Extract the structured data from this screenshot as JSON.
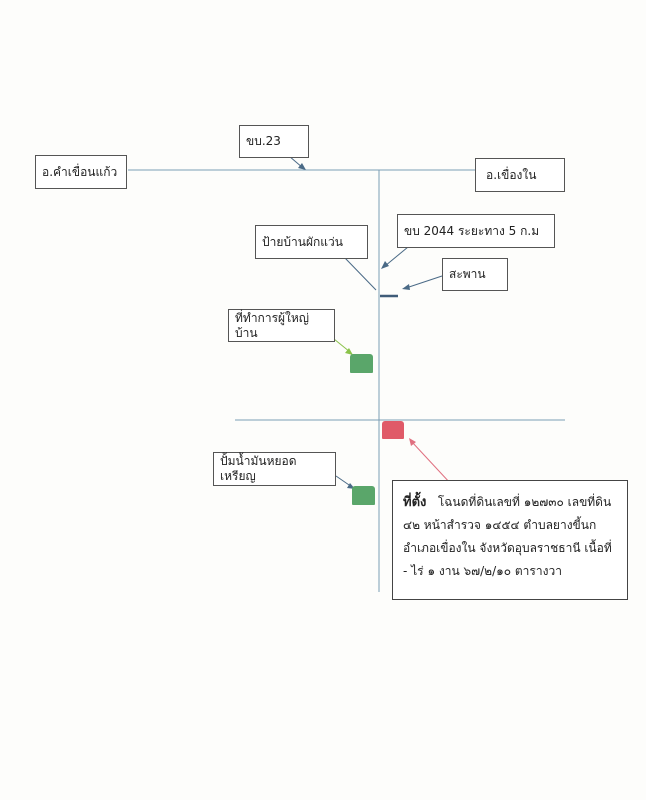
{
  "labels": {
    "road_23": "ขบ.23",
    "kham_khuean_kaeo": "อ.คำเขื่อนแก้ว",
    "khueang_nai": "อ.เขื่องใน",
    "road_2044": "ขบ 2044  ระยะทาง 5 ก.ม",
    "village_sign": "ป้ายบ้านผักแว่น",
    "bridge": "สะพาน",
    "headman_office": "ที่ทำการผู้ใหญ่บ้าน",
    "gas_station": "ปั้มน้ำมันหยอดเหรียญ"
  },
  "location": {
    "heading": "ที่ตั้ง",
    "line1": "โฉนดที่ดินเลขที่ ๑๒๗๓๐ เลขที่ดิน",
    "line2": "๔๒ หน้าสำรวจ ๑๔๕๔ ตำบลยางขี้นก",
    "line3": "อำเภอเขื่องใน จังหวัดอุบลราชธานี  เนื้อที่",
    "line4": "- ไร่ ๑ งาน ๖๗/๒/๑๐ ตารางวา"
  },
  "colors": {
    "road": "#7c9fb6",
    "green_marker": "#5aa66a",
    "red_marker": "#e05a68",
    "leader_dark": "#4a6a86",
    "leader_green": "#8bc34a",
    "leader_red": "#e07080"
  }
}
